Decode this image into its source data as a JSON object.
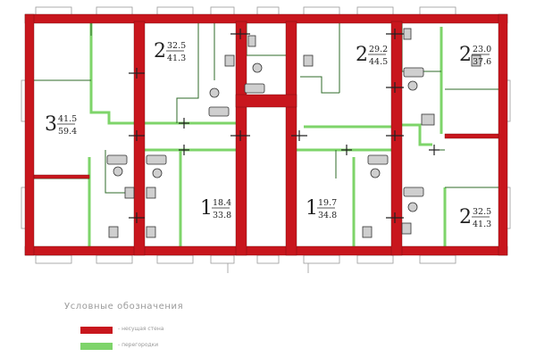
{
  "colors": {
    "bearing_wall": "#c8161d",
    "partition": "#7ed46a",
    "fixture": "#333333",
    "window": "#999999"
  },
  "apartments": [
    {
      "rooms": "3",
      "living": "41.5",
      "total": "59.4"
    },
    {
      "rooms": "2",
      "living": "32.5",
      "total": "41.3"
    },
    {
      "rooms": "2",
      "living": "29.2",
      "total": "44.5"
    },
    {
      "rooms": "2",
      "living": "23.0",
      "total": "37.6"
    },
    {
      "rooms": "1",
      "living": "18.4",
      "total": "33.8"
    },
    {
      "rooms": "1",
      "living": "19.7",
      "total": "34.8"
    },
    {
      "rooms": "2",
      "living": "32.5",
      "total": "41.3"
    }
  ],
  "fixture_icons": [
    "bathtub-icon",
    "toilet-icon",
    "sink-icon",
    "stove-icon",
    "door-icon",
    "ventilation-shaft-icon"
  ],
  "legend": {
    "title": "Условные обозначения",
    "items": [
      {
        "label": "- несущая стена",
        "color": "#c8161d"
      },
      {
        "label": "- перегородки",
        "color": "#7ed46a"
      }
    ]
  }
}
